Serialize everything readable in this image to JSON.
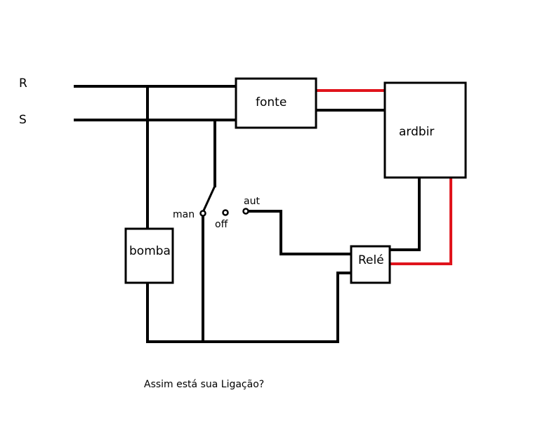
{
  "diagram": {
    "phase_labels": {
      "r": "R",
      "s": "S"
    },
    "components": {
      "fonte": "fonte",
      "ardbir": "ardbir",
      "bomba": "bomba",
      "rele": "Relé"
    },
    "switch_positions": {
      "man": "man",
      "off": "off",
      "aut": "aut"
    },
    "caption": "Assim está sua Ligação?",
    "colors": {
      "wire": "#000000",
      "dc_positive": "#e0141c"
    }
  }
}
